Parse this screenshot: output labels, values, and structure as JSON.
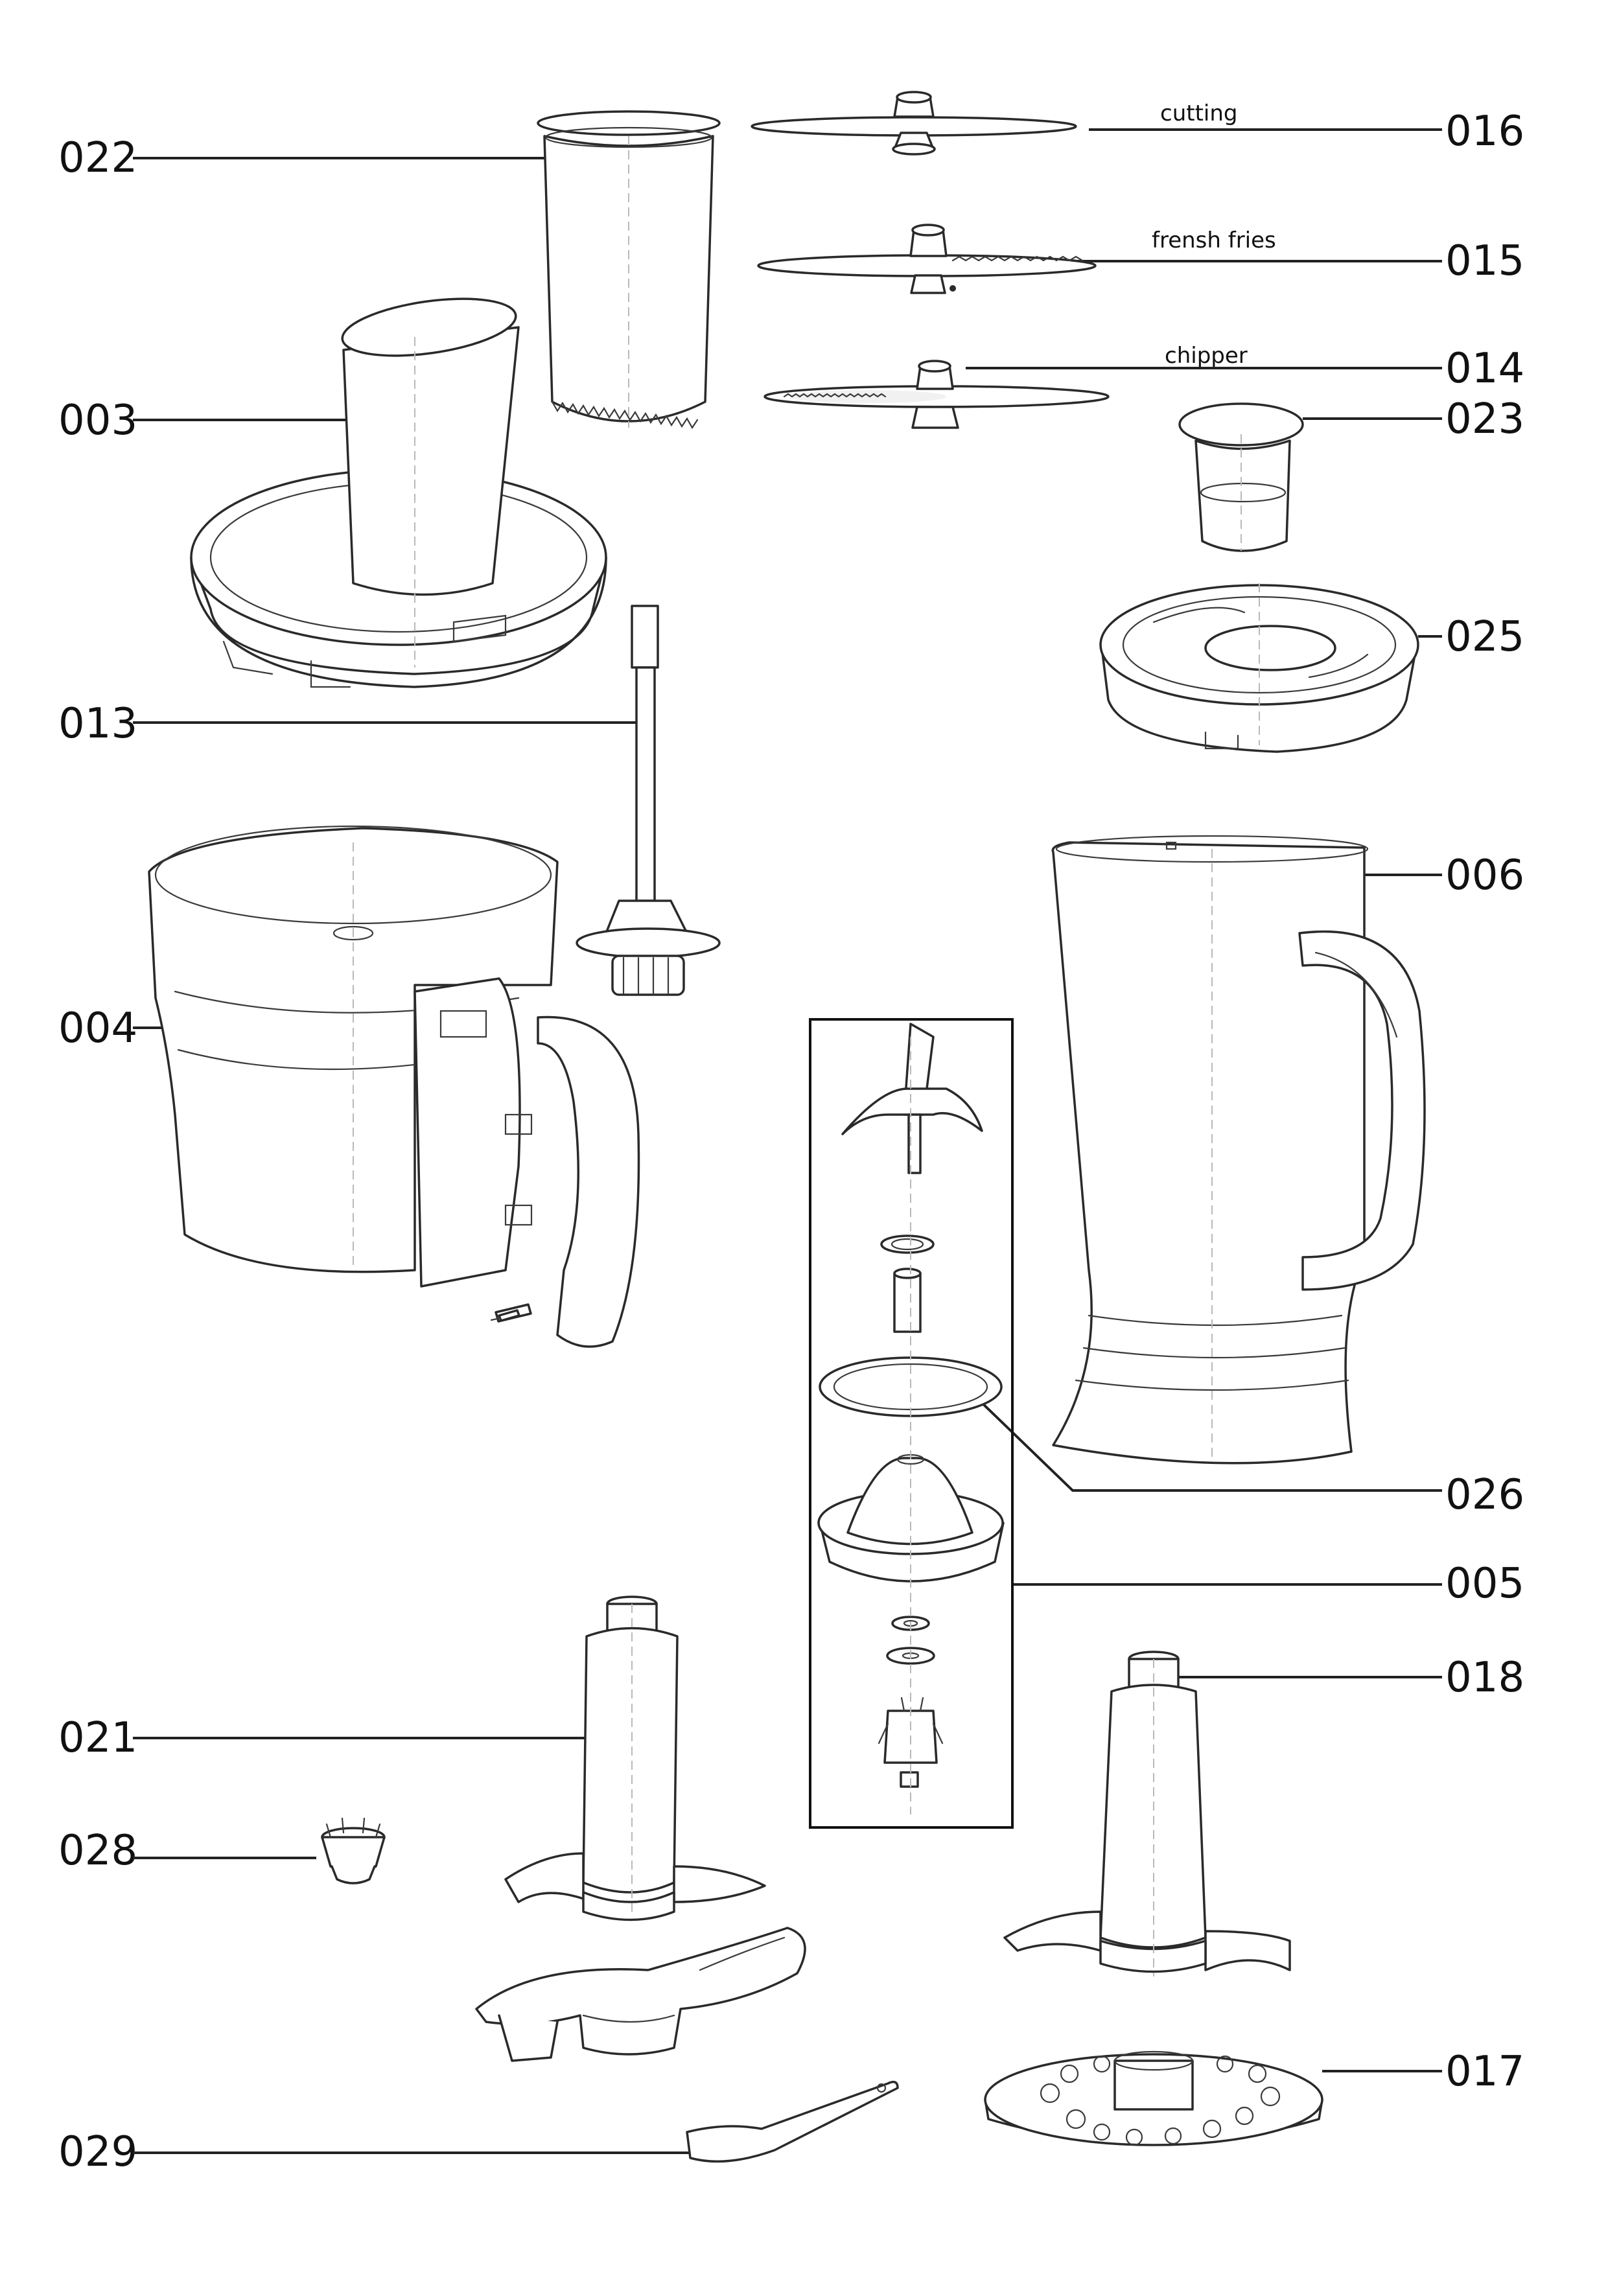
{
  "callouts": {
    "c016": {
      "number": "016",
      "note": "cutting"
    },
    "c015": {
      "number": "015",
      "note": "frensh fries"
    },
    "c014": {
      "number": "014",
      "note": "chipper"
    },
    "c022": {
      "number": "022"
    },
    "c003": {
      "number": "003"
    },
    "c023": {
      "number": "023"
    },
    "c025": {
      "number": "025"
    },
    "c013": {
      "number": "013"
    },
    "c006": {
      "number": "006"
    },
    "c004": {
      "number": "004"
    },
    "c026": {
      "number": "026"
    },
    "c005": {
      "number": "005"
    },
    "c018": {
      "number": "018"
    },
    "c021": {
      "number": "021"
    },
    "c028": {
      "number": "028"
    },
    "c017": {
      "number": "017"
    },
    "c029": {
      "number": "029"
    }
  }
}
